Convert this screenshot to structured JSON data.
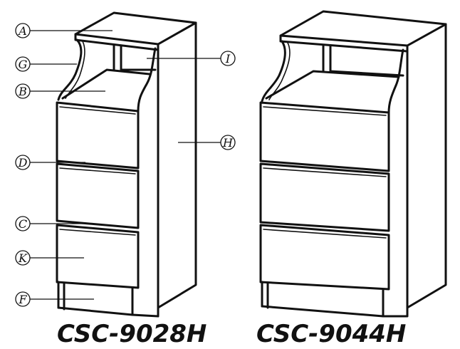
{
  "models": [
    {
      "id": "left",
      "name": "CSC-9028H"
    },
    {
      "id": "right",
      "name": "CSC-9044H"
    }
  ],
  "callouts": [
    {
      "key": "A",
      "label": "A"
    },
    {
      "key": "G",
      "label": "G"
    },
    {
      "key": "B",
      "label": "B"
    },
    {
      "key": "I",
      "label": "I"
    },
    {
      "key": "H",
      "label": "H"
    },
    {
      "key": "D",
      "label": "D"
    },
    {
      "key": "C",
      "label": "C"
    },
    {
      "key": "K",
      "label": "K"
    },
    {
      "key": "F",
      "label": "F"
    }
  ]
}
